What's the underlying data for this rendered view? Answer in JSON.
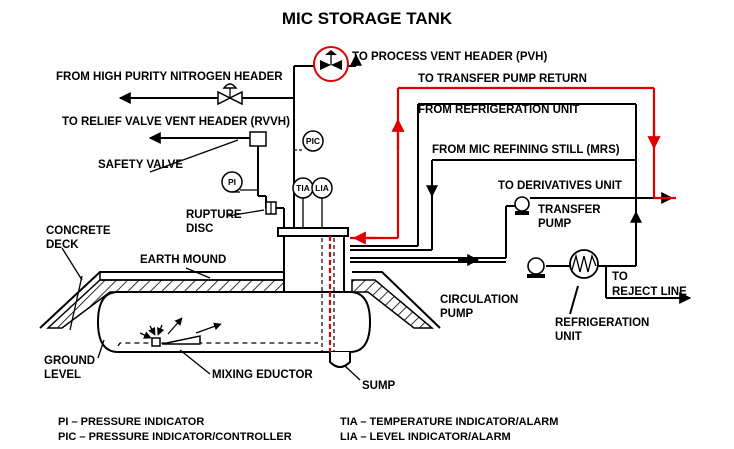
{
  "title": "MIC STORAGE TANK",
  "labels": {
    "process_vent": "TO PROCESS VENT HEADER (PVH)",
    "transfer_pump_return": "TO TRANSFER PUMP RETURN",
    "nitrogen_header": "FROM HIGH PURITY NITROGEN HEADER",
    "relief_valve": "TO RELIEF VALVE VENT HEADER (RVVH)",
    "from_refrigeration": "FROM REFRIGERATION UNIT",
    "from_refining": "FROM MIC REFINING STILL (MRS)",
    "safety_valve": "SAFETY VALVE",
    "to_derivatives": "TO DERIVATIVES UNIT",
    "transfer_pump_1": "TRANSFER",
    "transfer_pump_2": "PUMP",
    "rupture_1": "RUPTURE",
    "rupture_2": "DISC",
    "concrete_1": "CONCRETE",
    "concrete_2": "DECK",
    "earth_mound": "EARTH MOUND",
    "circulation_1": "CIRCULATION",
    "circulation_2": "PUMP",
    "reject_1": "TO",
    "reject_2": "REJECT LINE",
    "refrig_unit_1": "REFRIGERATION",
    "refrig_unit_2": "UNIT",
    "ground_1": "GROUND",
    "ground_2": "LEVEL",
    "mixing_eductor": "MIXING EDUCTOR",
    "sump": "SUMP"
  },
  "instruments": {
    "pi": "PI",
    "pic": "PIC",
    "tia": "TIA",
    "lia": "LIA"
  },
  "legend": {
    "pi": "PI    – PRESSURE INDICATOR",
    "pic": "PIC  – PRESSURE INDICATOR/CONTROLLER",
    "tia": "TIA – TEMPERATURE INDICATOR/ALARM",
    "lia": "LIA – LEVEL INDICATOR/ALARM"
  },
  "colors": {
    "line": "#000000",
    "highlight": "#e00000",
    "background": "#ffffff"
  }
}
